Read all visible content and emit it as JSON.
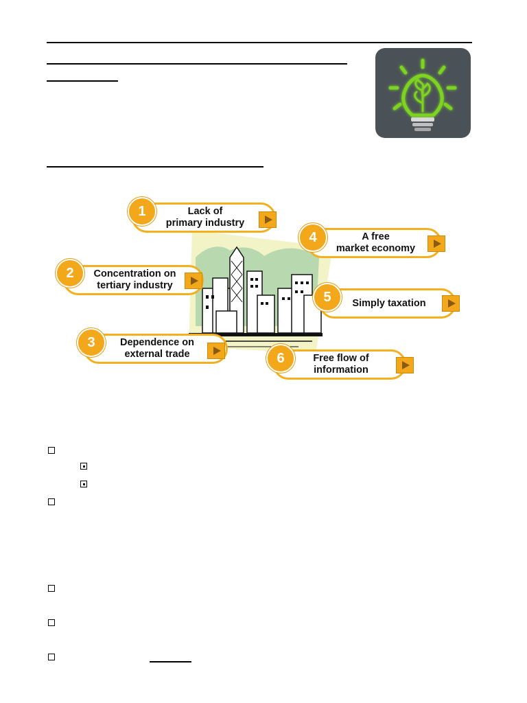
{
  "diagram": {
    "items": [
      {
        "num": "1",
        "label": "Lack of\nprimary industry"
      },
      {
        "num": "2",
        "label": "Concentration on\ntertiary industry"
      },
      {
        "num": "3",
        "label": "Dependence on\nexternal trade"
      },
      {
        "num": "4",
        "label": "A free\nmarket economy"
      },
      {
        "num": "5",
        "label": "Simply taxation"
      },
      {
        "num": "6",
        "label": "Free flow of\ninformation"
      }
    ]
  },
  "icon": {
    "name": "lightbulb-leaf-icon",
    "tile_color": "#4a5258",
    "glow_color": "#7ed321"
  },
  "colors": {
    "accent": "#f2a81a",
    "pill_border": "#f2b01e"
  }
}
